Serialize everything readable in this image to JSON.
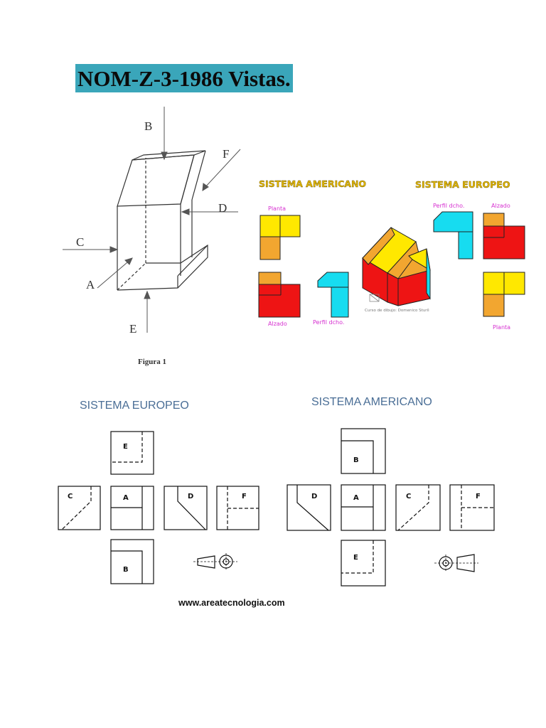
{
  "title": "NOM-Z-3-1986 Vistas.",
  "figure1": {
    "labels": {
      "B": "B",
      "F": "F",
      "D": "D",
      "C": "C",
      "A": "A",
      "E": "E"
    },
    "caption": "Figura 1"
  },
  "color_systems": {
    "american": {
      "heading": "SISTEMA AMERICANO",
      "top_label": "Planta",
      "front_label": "Alzado",
      "side_label": "Perfil dcho."
    },
    "european": {
      "heading": "SISTEMA EUROPEO",
      "side_label": "Perfil dcho.",
      "front_label": "Alzado",
      "top_label": "Planta"
    },
    "credit": "Curso de dibujo: Domenico Sturiì",
    "colors": {
      "yellow": "#ffe800",
      "orange": "#f2a630",
      "red": "#ee1414",
      "cyan": "#17dcf0",
      "heading": "#e3b800",
      "label": "#d62fd0"
    }
  },
  "view_systems": {
    "european": {
      "heading": "SISTEMA EUROPEO",
      "views": {
        "top": "E",
        "left": "C",
        "front": "A",
        "right": "D",
        "far": "F",
        "bottom": "B"
      }
    },
    "american": {
      "heading": "SISTEMA AMERICANO",
      "views": {
        "top": "B",
        "left": "D",
        "front": "A",
        "right": "C",
        "far": "F",
        "bottom": "E"
      }
    },
    "website": "www.areatecnologia.com",
    "heading_color": "#4a6e96"
  }
}
